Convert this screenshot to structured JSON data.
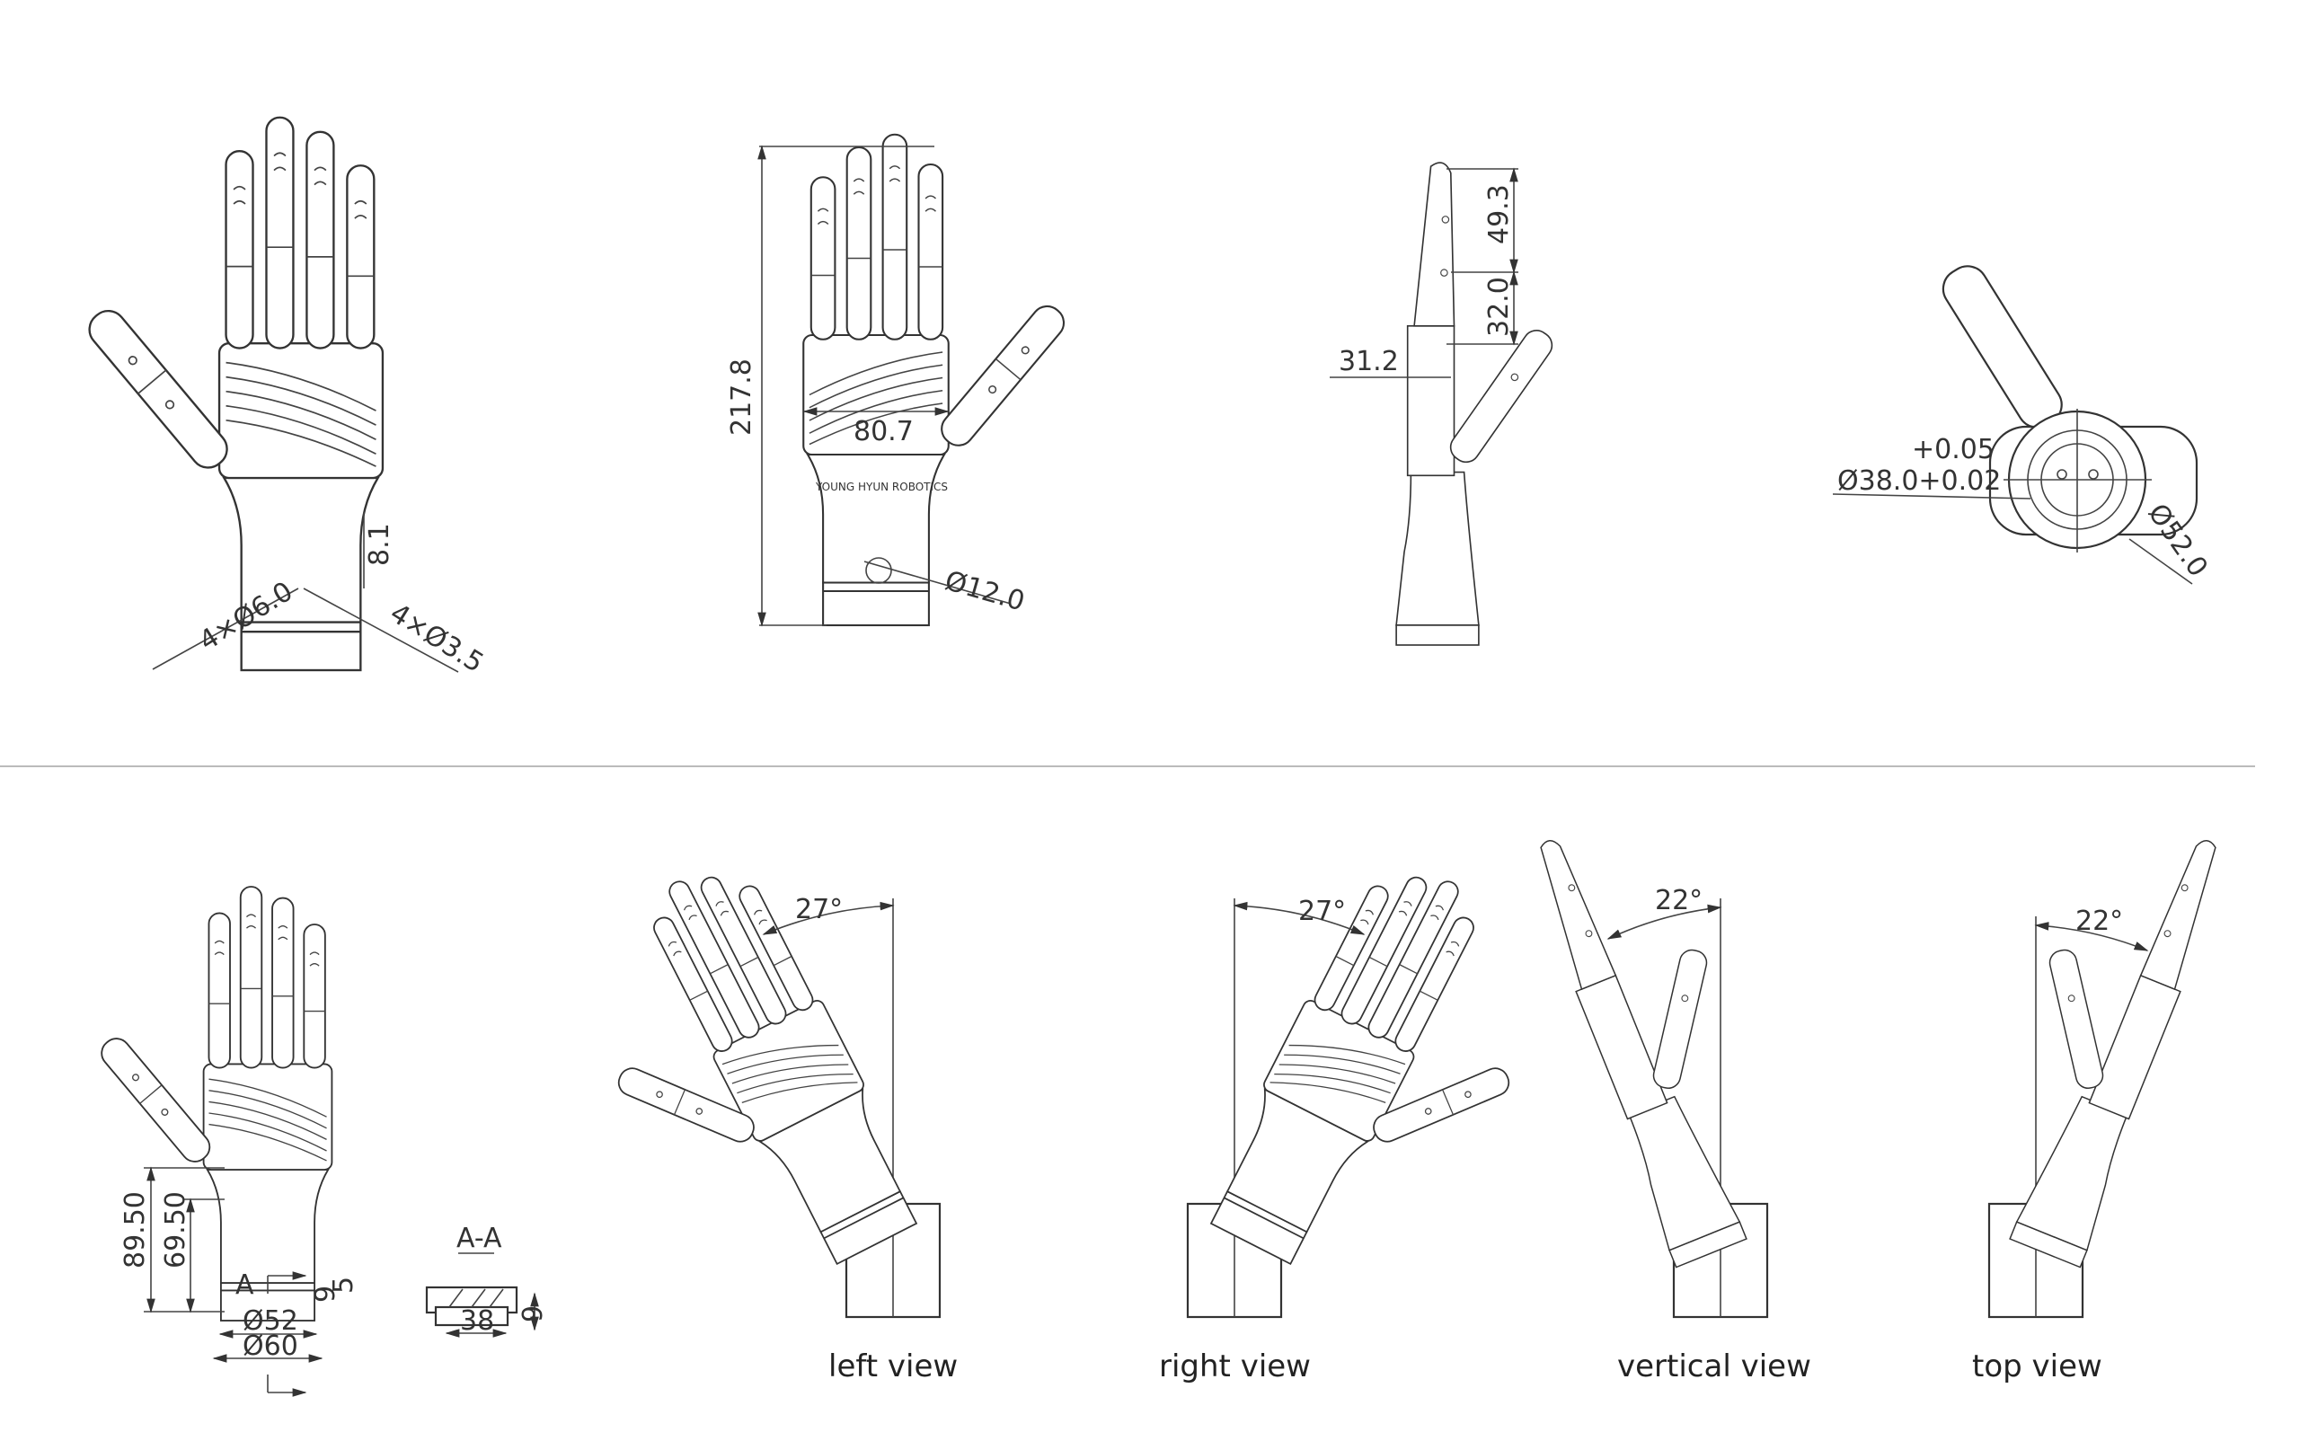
{
  "top_row": {
    "palm_view": {
      "dim_hole_a": "4×Ø6.0",
      "dim_hole_b": "4×Ø3.5",
      "dim_height": "8.1"
    },
    "back_view": {
      "dim_total_height": "217.8",
      "dim_width": "80.7",
      "brand": "YOUNG HYUN ROBOTICS",
      "dim_hole": "Ø12.0"
    },
    "side_view": {
      "dim_tip": "49.3",
      "dim_mid": "32.0",
      "dim_thickness": "31.2"
    },
    "bottom_view": {
      "tol_upper": "+0.05",
      "dim_bore": "Ø38.0+0.02",
      "dim_outer": "Ø52.0"
    }
  },
  "bottom_row": {
    "base_view": {
      "dim_total": "89.50",
      "dim_base": "69.50",
      "section_mark": "A",
      "dim_9": "9",
      "dim_5": "5",
      "dim_d52": "Ø52",
      "dim_d60": "Ø60"
    },
    "section": {
      "title": "A-A",
      "dim_width": "38",
      "dim_height": "9"
    },
    "views": [
      {
        "label": "left view",
        "angle": "27°",
        "tilt_deg": -27
      },
      {
        "label": "right view",
        "angle": "27°",
        "tilt_deg": 27
      },
      {
        "label": "vertical view",
        "angle": "22°",
        "tilt_deg": -22
      },
      {
        "label": "top view",
        "angle": "22°",
        "tilt_deg": 22
      }
    ]
  }
}
